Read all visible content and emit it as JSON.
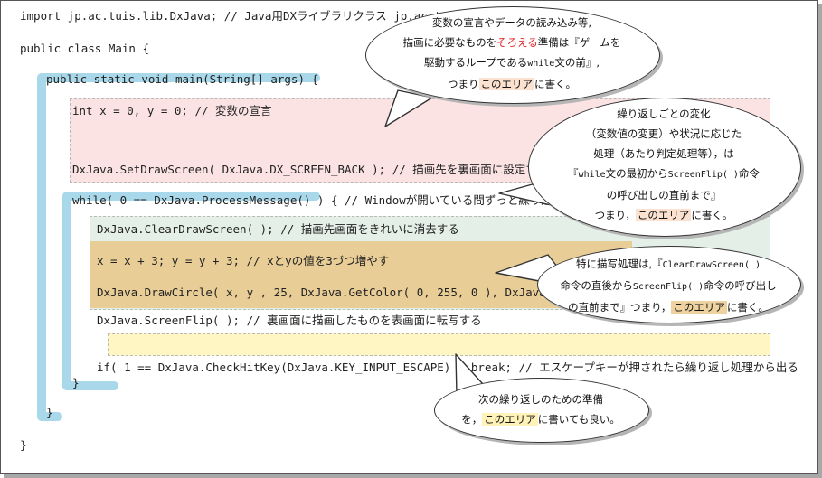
{
  "code": {
    "import": "import jp.ac.tuis.lib.DxJava; // Java用DXライブラリクラス jp.ac.tuis.lib.DxJava;",
    "class_decl": "public class Main {",
    "main_decl": "public static void main(String[] args) {",
    "int_decl": "int x = 0, y = 0; // 変数の宣言",
    "set_draw": "DxJava.SetDrawScreen( DxJava.DX_SCREEN_BACK );  // 描画先を裏画面に設定する",
    "while_line": "while( 0 == DxJava.ProcessMessage() ) { // Windowが開いている間ずっと繰り返す",
    "clear": "DxJava.ClearDrawScreen( ); // 描画先画面をきれいに消去する",
    "xy_update": "x = x + 3; y = y + 3; // xとyの値を3づつ増やす",
    "draw_circle": "DxJava.DrawCircle( x, y , 25, DxJava.GetColor( 0, 255, 0 ), DxJava.TRUE );",
    "flip": "DxJava.ScreenFlip( ); // 裏画面に描画したものを表画面に転写する",
    "hitkey": "if( 1 == DxJava.CheckHitKey(DxJava.KEY_INPUT_ESCAPE) ) break; // エスケープキーが押されたら繰り返し処理から出る",
    "close_while": "}",
    "close_main": "}",
    "close_class": "}"
  },
  "bubble1": {
    "l1": "変数の宣言やデータの読み込み等,",
    "l2_a": "描画に必要なものを",
    "l2_red": "そろえる",
    "l2_b": "準備は『ゲームを",
    "l3_a": "駆動するループである",
    "l3_mono": "while",
    "l3_b": "文の前』,",
    "l4_a": "つまり",
    "l4_hl": "このエリア",
    "l4_b": "に書く。"
  },
  "bubble2": {
    "l1": "繰り返しごとの変化",
    "l2": "（変数値の変更）や状況に応じた",
    "l3": "処理（あたり判定処理等），は",
    "l4_a": "『",
    "l4_mono1": "while",
    "l4_b": "文の最初から",
    "l4_mono2": "ScreenFlip( )",
    "l4_c": "命令",
    "l5": "の呼び出しの直前まで』",
    "l6_a": "つまり，",
    "l6_hl": "このエリア",
    "l6_b": "に書く。"
  },
  "bubble3": {
    "l1_a": "特に描写処理は,『",
    "l1_mono": "ClearDrawScreen( )",
    "l2_a": "命令の直後から",
    "l2_mono": "ScreenFlip( )",
    "l2_b": "命令の呼び出し",
    "l3_a": "の直前まで』つまり，",
    "l3_hl": "このエリア",
    "l3_b": "に書く。"
  },
  "bubble4": {
    "l1": "次の繰り返しのための準備",
    "l2_a": "を，",
    "l2_hl": "このエリア",
    "l2_b": "に書いても良い。"
  },
  "colors": {
    "pink_region": "#fbe3e3",
    "green_region": "#e4efe8",
    "tan_region": "#e8cd97",
    "yellow_region": "#fff6c4",
    "bracket_blue": "#a8d8ea",
    "emphasis_red": "#e02020"
  }
}
